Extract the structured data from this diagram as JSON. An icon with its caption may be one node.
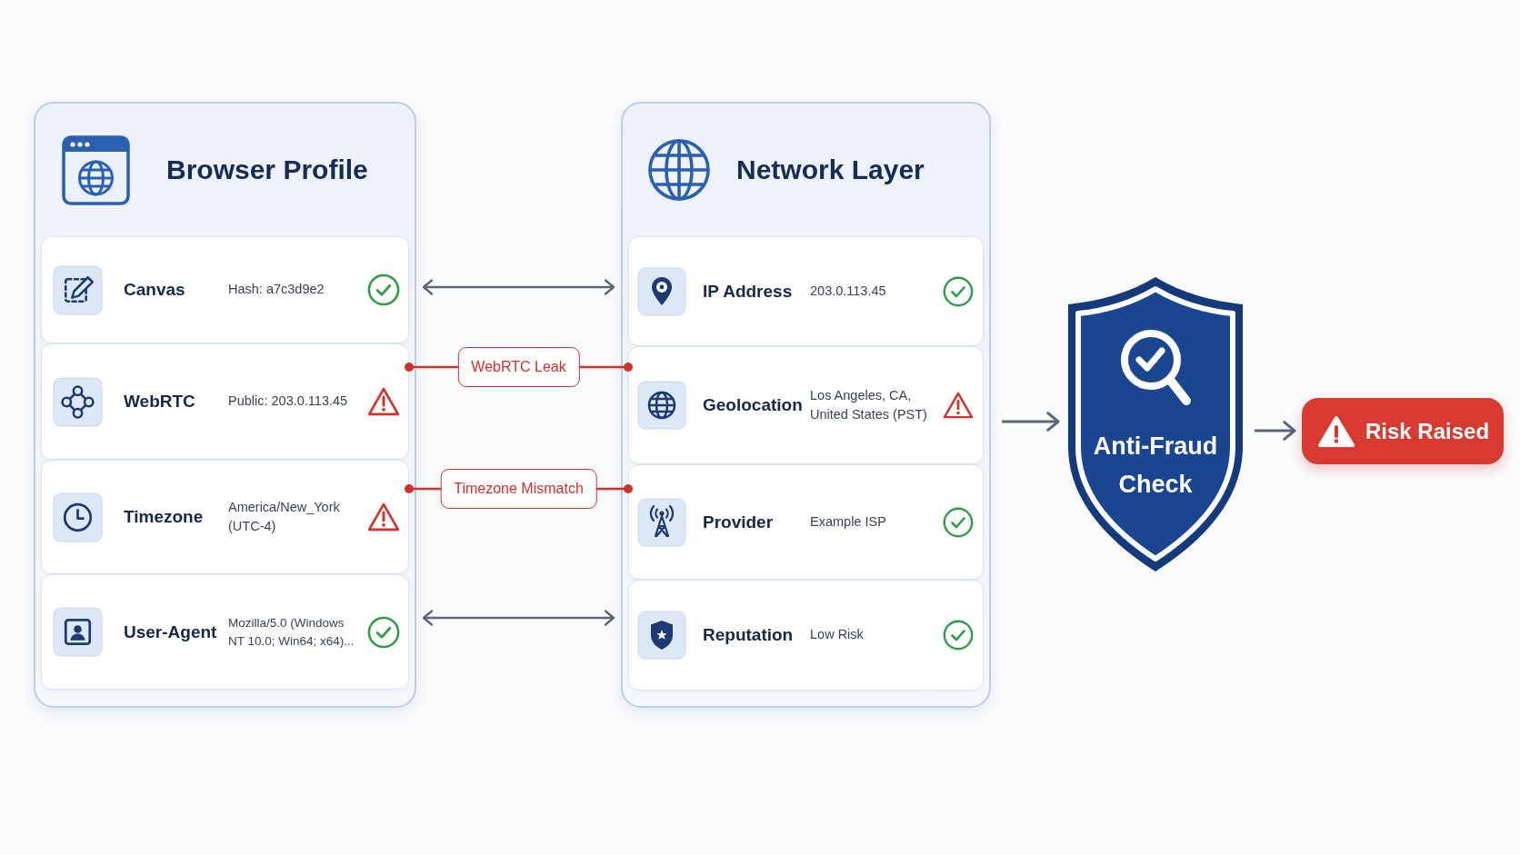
{
  "diagram": {
    "nodes": [
      {
        "text": [
          "Browser Profile"
        ]
      },
      {
        "text": [
          "Canvas",
          "Hash: a7c3d9e2"
        ],
        "in": 0
      },
      {
        "text": [
          "WebRTC",
          "Public: 203.0.113.45"
        ],
        "in": 0
      },
      {
        "text": [
          "Timezone",
          "America/New_York (UTC-4)"
        ],
        "in": 0
      },
      {
        "text": [
          "User-Agent",
          "Mozilla/5.0 (Windows NT 10.0; Win64; x64)..."
        ],
        "in": 0
      },
      {
        "text": [
          "Network Layer"
        ]
      },
      {
        "text": [
          "IP Address",
          "203.0.113.45"
        ],
        "in": 5
      },
      {
        "text": [
          "Geolocation",
          "Los Angeles, CA, United States (PST)"
        ],
        "in": 5
      },
      {
        "text": [
          "Provider",
          "Example ISP"
        ],
        "in": 5
      },
      {
        "text": [
          "Reputation",
          "Low Risk"
        ],
        "in": 5
      },
      {
        "text": [
          "Anti-Fraud Check"
        ]
      },
      {
        "text": [
          "Risk Raised"
        ]
      }
    ],
    "edges": [
      {
        "from": 1,
        "to": 6,
        "arrow": "both"
      },
      {
        "from": 2,
        "to": 7,
        "arrow": "other",
        "label": "WebRTC Leak",
        "color": "#d0312d"
      },
      {
        "from": 3,
        "to": 8,
        "arrow": "other",
        "label": "Timezone Mismatch",
        "color": "#d0312d"
      },
      {
        "from": 4,
        "to": 9,
        "arrow": "both"
      },
      {
        "from": 5,
        "to": 10,
        "arrow": "to"
      },
      {
        "from": 10,
        "to": 11,
        "arrow": "to"
      }
    ]
  }
}
